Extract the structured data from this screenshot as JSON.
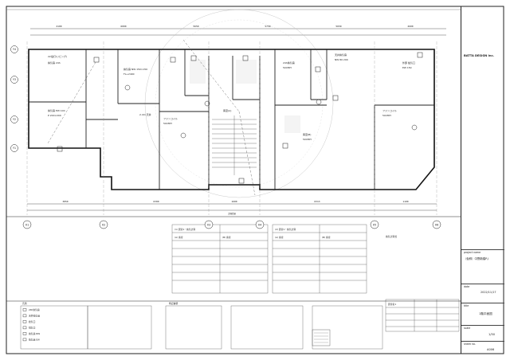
{
  "sheet": {
    "firm": "BATTA DESIGN Inc.",
    "drawing_title": "1階平面図",
    "date": "2022/11/17",
    "scale": "1/50",
    "sheet_no": "A006",
    "project_label": "project name",
    "project_name": "（仮称）中野新橋P.J",
    "date_label": "date",
    "title_label": "title",
    "scale_label": "scale",
    "sheet_label": "sheet no."
  },
  "plan": {
    "grid_labels_bottom": [
      "X1",
      "X2",
      "X3",
      "X4",
      "X5",
      "X6"
    ],
    "grid_labels_left": [
      "Y4",
      "Y3",
      "Y2",
      "Y1"
    ],
    "dims_top": [
      "2100",
      "6000",
      "5650",
      "5750",
      "5650",
      "2600"
    ],
    "dims_bottom": [
      "3850",
      "6300",
      "1600",
      "6313",
      "1100"
    ],
    "total_bottom": "29850"
  },
  "tables": {
    "left": {
      "heading": "(1) 居室1・換気計算",
      "sub": "(A) 客室",
      "col": "(B) 客室"
    },
    "right": {
      "heading": "(2) 居室1・換気計算",
      "sub": "(A) 客室",
      "col": "(B) 客室"
    },
    "notes_heading": "換気計算式",
    "room_table_heading": "居室名1"
  },
  "legend": {
    "heading": "凡例",
    "items": [
      "24h換気扇",
      "天井換気扇",
      "給気口",
      "排気口",
      "換気扇 NW",
      "換気扇 EW"
    ],
    "notes_heading": "特記事項"
  }
}
